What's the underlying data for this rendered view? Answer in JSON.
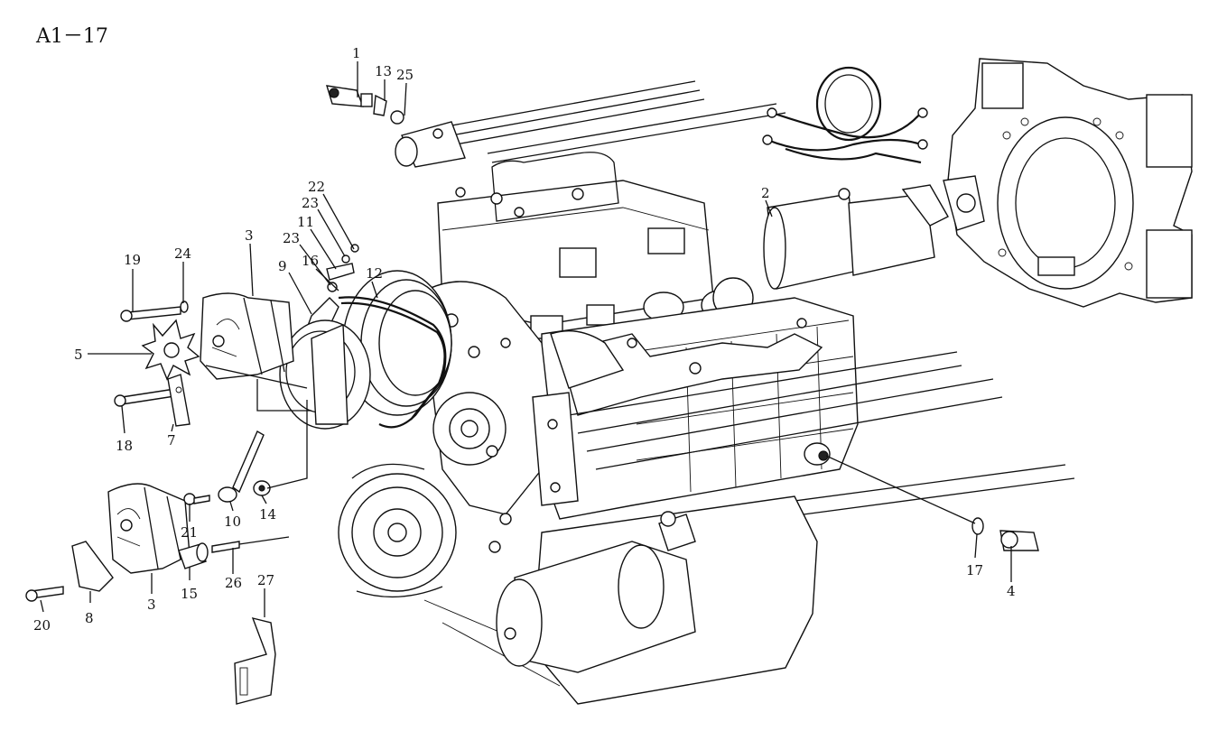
{
  "title": "A1－17",
  "callouts": [
    {
      "id": "c1",
      "text": "1"
    },
    {
      "id": "c13",
      "text": "13"
    },
    {
      "id": "c25",
      "text": "25"
    },
    {
      "id": "c2",
      "text": "2"
    },
    {
      "id": "c22",
      "text": "22"
    },
    {
      "id": "c23a",
      "text": "23"
    },
    {
      "id": "c11",
      "text": "11"
    },
    {
      "id": "c23b",
      "text": "23"
    },
    {
      "id": "c16",
      "text": "16"
    },
    {
      "id": "c9",
      "text": "9"
    },
    {
      "id": "c12",
      "text": "12"
    },
    {
      "id": "c3a",
      "text": "3"
    },
    {
      "id": "c19",
      "text": "19"
    },
    {
      "id": "c24",
      "text": "24"
    },
    {
      "id": "c5",
      "text": "5"
    },
    {
      "id": "c18",
      "text": "18"
    },
    {
      "id": "c7",
      "text": "7"
    },
    {
      "id": "c21",
      "text": "21"
    },
    {
      "id": "c10",
      "text": "10"
    },
    {
      "id": "c14",
      "text": "14"
    },
    {
      "id": "c15",
      "text": "15"
    },
    {
      "id": "c26",
      "text": "26"
    },
    {
      "id": "c27",
      "text": "27"
    },
    {
      "id": "c20",
      "text": "20"
    },
    {
      "id": "c8",
      "text": "8"
    },
    {
      "id": "c3b",
      "text": "3"
    },
    {
      "id": "c17",
      "text": "17"
    },
    {
      "id": "c4",
      "text": "4"
    }
  ]
}
